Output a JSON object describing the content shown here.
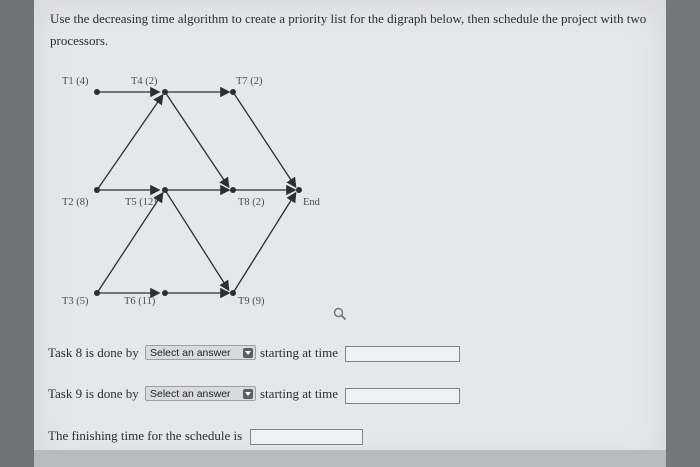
{
  "question": {
    "text": "Use the decreasing time algorithm to create a priority list for the digraph below, then schedule the project with two processors."
  },
  "graph": {
    "nodes": {
      "t1": "T1 (4)",
      "t4": "T4 (2)",
      "t7": "T7 (2)",
      "t2": "T2 (8)",
      "t5": "T5 (12)",
      "t8": "T8 (2)",
      "end": "End",
      "t3": "T3 (5)",
      "t6": "T6 (11)",
      "t9": "T9 (9)"
    }
  },
  "task8": {
    "prefix": "Task 8 is done by",
    "select_value": "Select an answer",
    "suffix": "starting at time",
    "start_time_value": ""
  },
  "task9": {
    "prefix": "Task 9 is done by",
    "select_value": "Select an answer",
    "suffix": "starting at time",
    "start_time_value": ""
  },
  "finish": {
    "label": "The finishing time for the schedule is",
    "value": ""
  },
  "icons": {
    "magnifier": "search-icon",
    "dropdown": "chevron-down-icon"
  }
}
